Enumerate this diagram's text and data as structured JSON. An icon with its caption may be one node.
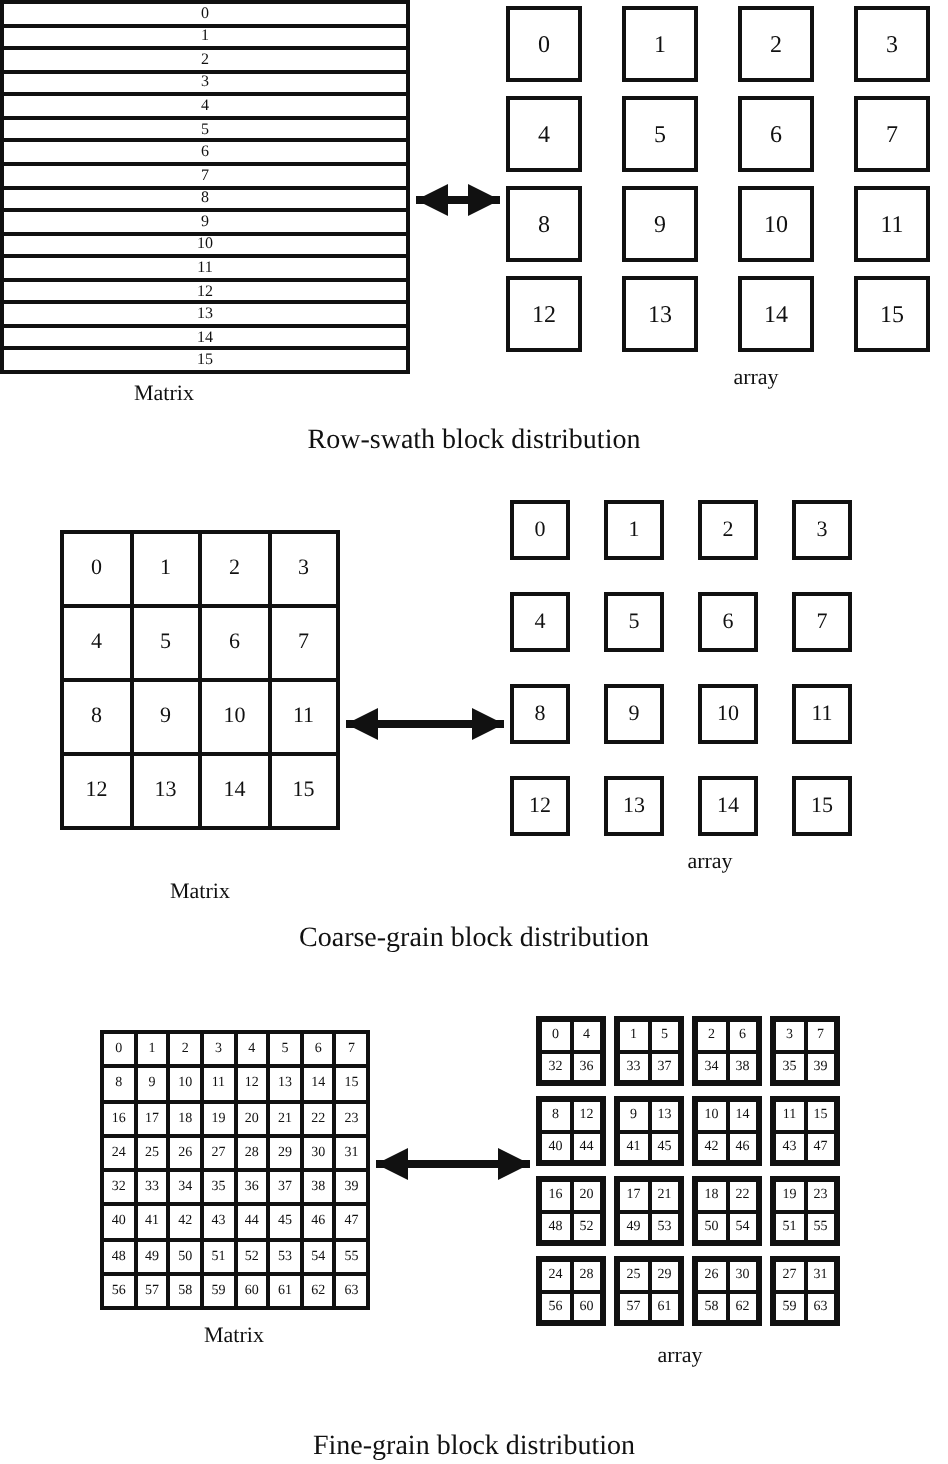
{
  "diagram": {
    "nodes": [
      {
        "text": [
          "0",
          "1",
          "2",
          "3",
          "4",
          "5",
          "6",
          "7",
          "8",
          "9",
          "10",
          "11",
          "12",
          "13",
          "14",
          "15"
        ],
        "beside": [
          "Matrix"
        ]
      },
      {
        "text": [
          "array"
        ]
      },
      {
        "text": [
          "0"
        ],
        "in": 1
      },
      {
        "text": [
          "1"
        ],
        "in": 1
      },
      {
        "text": [
          "2"
        ],
        "in": 1
      },
      {
        "text": [
          "3"
        ],
        "in": 1
      },
      {
        "text": [
          "4"
        ],
        "in": 1
      },
      {
        "text": [
          "5"
        ],
        "in": 1
      },
      {
        "text": [
          "6"
        ],
        "in": 1
      },
      {
        "text": [
          "7"
        ],
        "in": 1
      },
      {
        "text": [
          "8"
        ],
        "in": 1
      },
      {
        "text": [
          "9"
        ],
        "in": 1
      },
      {
        "text": [
          "10"
        ],
        "in": 1
      },
      {
        "text": [
          "11"
        ],
        "in": 1
      },
      {
        "text": [
          "12"
        ],
        "in": 1
      },
      {
        "text": [
          "13"
        ],
        "in": 1
      },
      {
        "text": [
          "14"
        ],
        "in": 1
      },
      {
        "text": [
          "15"
        ],
        "in": 1
      },
      {
        "text": [
          "0",
          "1",
          "2",
          "3",
          "4",
          "5",
          "6",
          "7",
          "8",
          "9",
          "10",
          "11",
          "12",
          "13",
          "14",
          "15"
        ],
        "beside": [
          "Matrix"
        ]
      },
      {
        "text": [
          "array"
        ]
      },
      {
        "text": [
          "0"
        ],
        "in": 19
      },
      {
        "text": [
          "1"
        ],
        "in": 19
      },
      {
        "text": [
          "2"
        ],
        "in": 19
      },
      {
        "text": [
          "3"
        ],
        "in": 19
      },
      {
        "text": [
          "4"
        ],
        "in": 19
      },
      {
        "text": [
          "5"
        ],
        "in": 19
      },
      {
        "text": [
          "6"
        ],
        "in": 19
      },
      {
        "text": [
          "7"
        ],
        "in": 19
      },
      {
        "text": [
          "8"
        ],
        "in": 19
      },
      {
        "text": [
          "9"
        ],
        "in": 19
      },
      {
        "text": [
          "10"
        ],
        "in": 19
      },
      {
        "text": [
          "11"
        ],
        "in": 19
      },
      {
        "text": [
          "12"
        ],
        "in": 19
      },
      {
        "text": [
          "13"
        ],
        "in": 19
      },
      {
        "text": [
          "14"
        ],
        "in": 19
      },
      {
        "text": [
          "15"
        ],
        "in": 19
      },
      {
        "text": [
          "0",
          "1",
          "2",
          "3",
          "4",
          "5",
          "6",
          "7",
          "8",
          "9",
          "10",
          "11",
          "12",
          "13",
          "14",
          "15",
          "16",
          "17",
          "18",
          "19",
          "20",
          "21",
          "22",
          "23",
          "24",
          "25",
          "26",
          "27",
          "28",
          "29",
          "30",
          "31",
          "32",
          "33",
          "34",
          "35",
          "36",
          "37",
          "38",
          "39",
          "40",
          "41",
          "42",
          "43",
          "44",
          "45",
          "46",
          "47",
          "48",
          "49",
          "50",
          "51",
          "52",
          "53",
          "54",
          "55",
          "56",
          "57",
          "58",
          "59",
          "60",
          "61",
          "62",
          "63"
        ],
        "beside": [
          "Matrix"
        ]
      },
      {
        "text": [
          "array"
        ]
      },
      {
        "text": [
          "0",
          "4",
          "32",
          "36"
        ],
        "in": 37
      },
      {
        "text": [
          "1",
          "5",
          "33",
          "37"
        ],
        "in": 37
      },
      {
        "text": [
          "2",
          "6",
          "34",
          "38"
        ],
        "in": 37
      },
      {
        "text": [
          "3",
          "7",
          "35",
          "39"
        ],
        "in": 37
      },
      {
        "text": [
          "8",
          "12",
          "40",
          "44"
        ],
        "in": 37
      },
      {
        "text": [
          "9",
          "13",
          "41",
          "45"
        ],
        "in": 37
      },
      {
        "text": [
          "10",
          "14",
          "42",
          "46"
        ],
        "in": 37
      },
      {
        "text": [
          "11",
          "15",
          "43",
          "47"
        ],
        "in": 37
      },
      {
        "text": [
          "16",
          "20",
          "48",
          "52"
        ],
        "in": 37
      },
      {
        "text": [
          "17",
          "21",
          "49",
          "53"
        ],
        "in": 37
      },
      {
        "text": [
          "18",
          "22",
          "50",
          "54"
        ],
        "in": 37
      },
      {
        "text": [
          "19",
          "23",
          "51",
          "55"
        ],
        "in": 37
      },
      {
        "text": [
          "24",
          "28",
          "56",
          "60"
        ],
        "in": 37
      },
      {
        "text": [
          "25",
          "29",
          "57",
          "61"
        ],
        "in": 37
      },
      {
        "text": [
          "26",
          "30",
          "58",
          "62"
        ],
        "in": 37
      },
      {
        "text": [
          "27",
          "31",
          "59",
          "63"
        ],
        "in": 37
      }
    ],
    "edges": [
      {
        "from": 0,
        "to": 1,
        "arrow": "both"
      },
      {
        "from": 18,
        "to": 19,
        "arrow": "both"
      },
      {
        "from": 36,
        "to": 37,
        "arrow": "both"
      }
    ],
    "labels": [
      "Row-swath block distribution",
      "Coarse-grain block distribution",
      "Fine-grain block distribution"
    ]
  }
}
